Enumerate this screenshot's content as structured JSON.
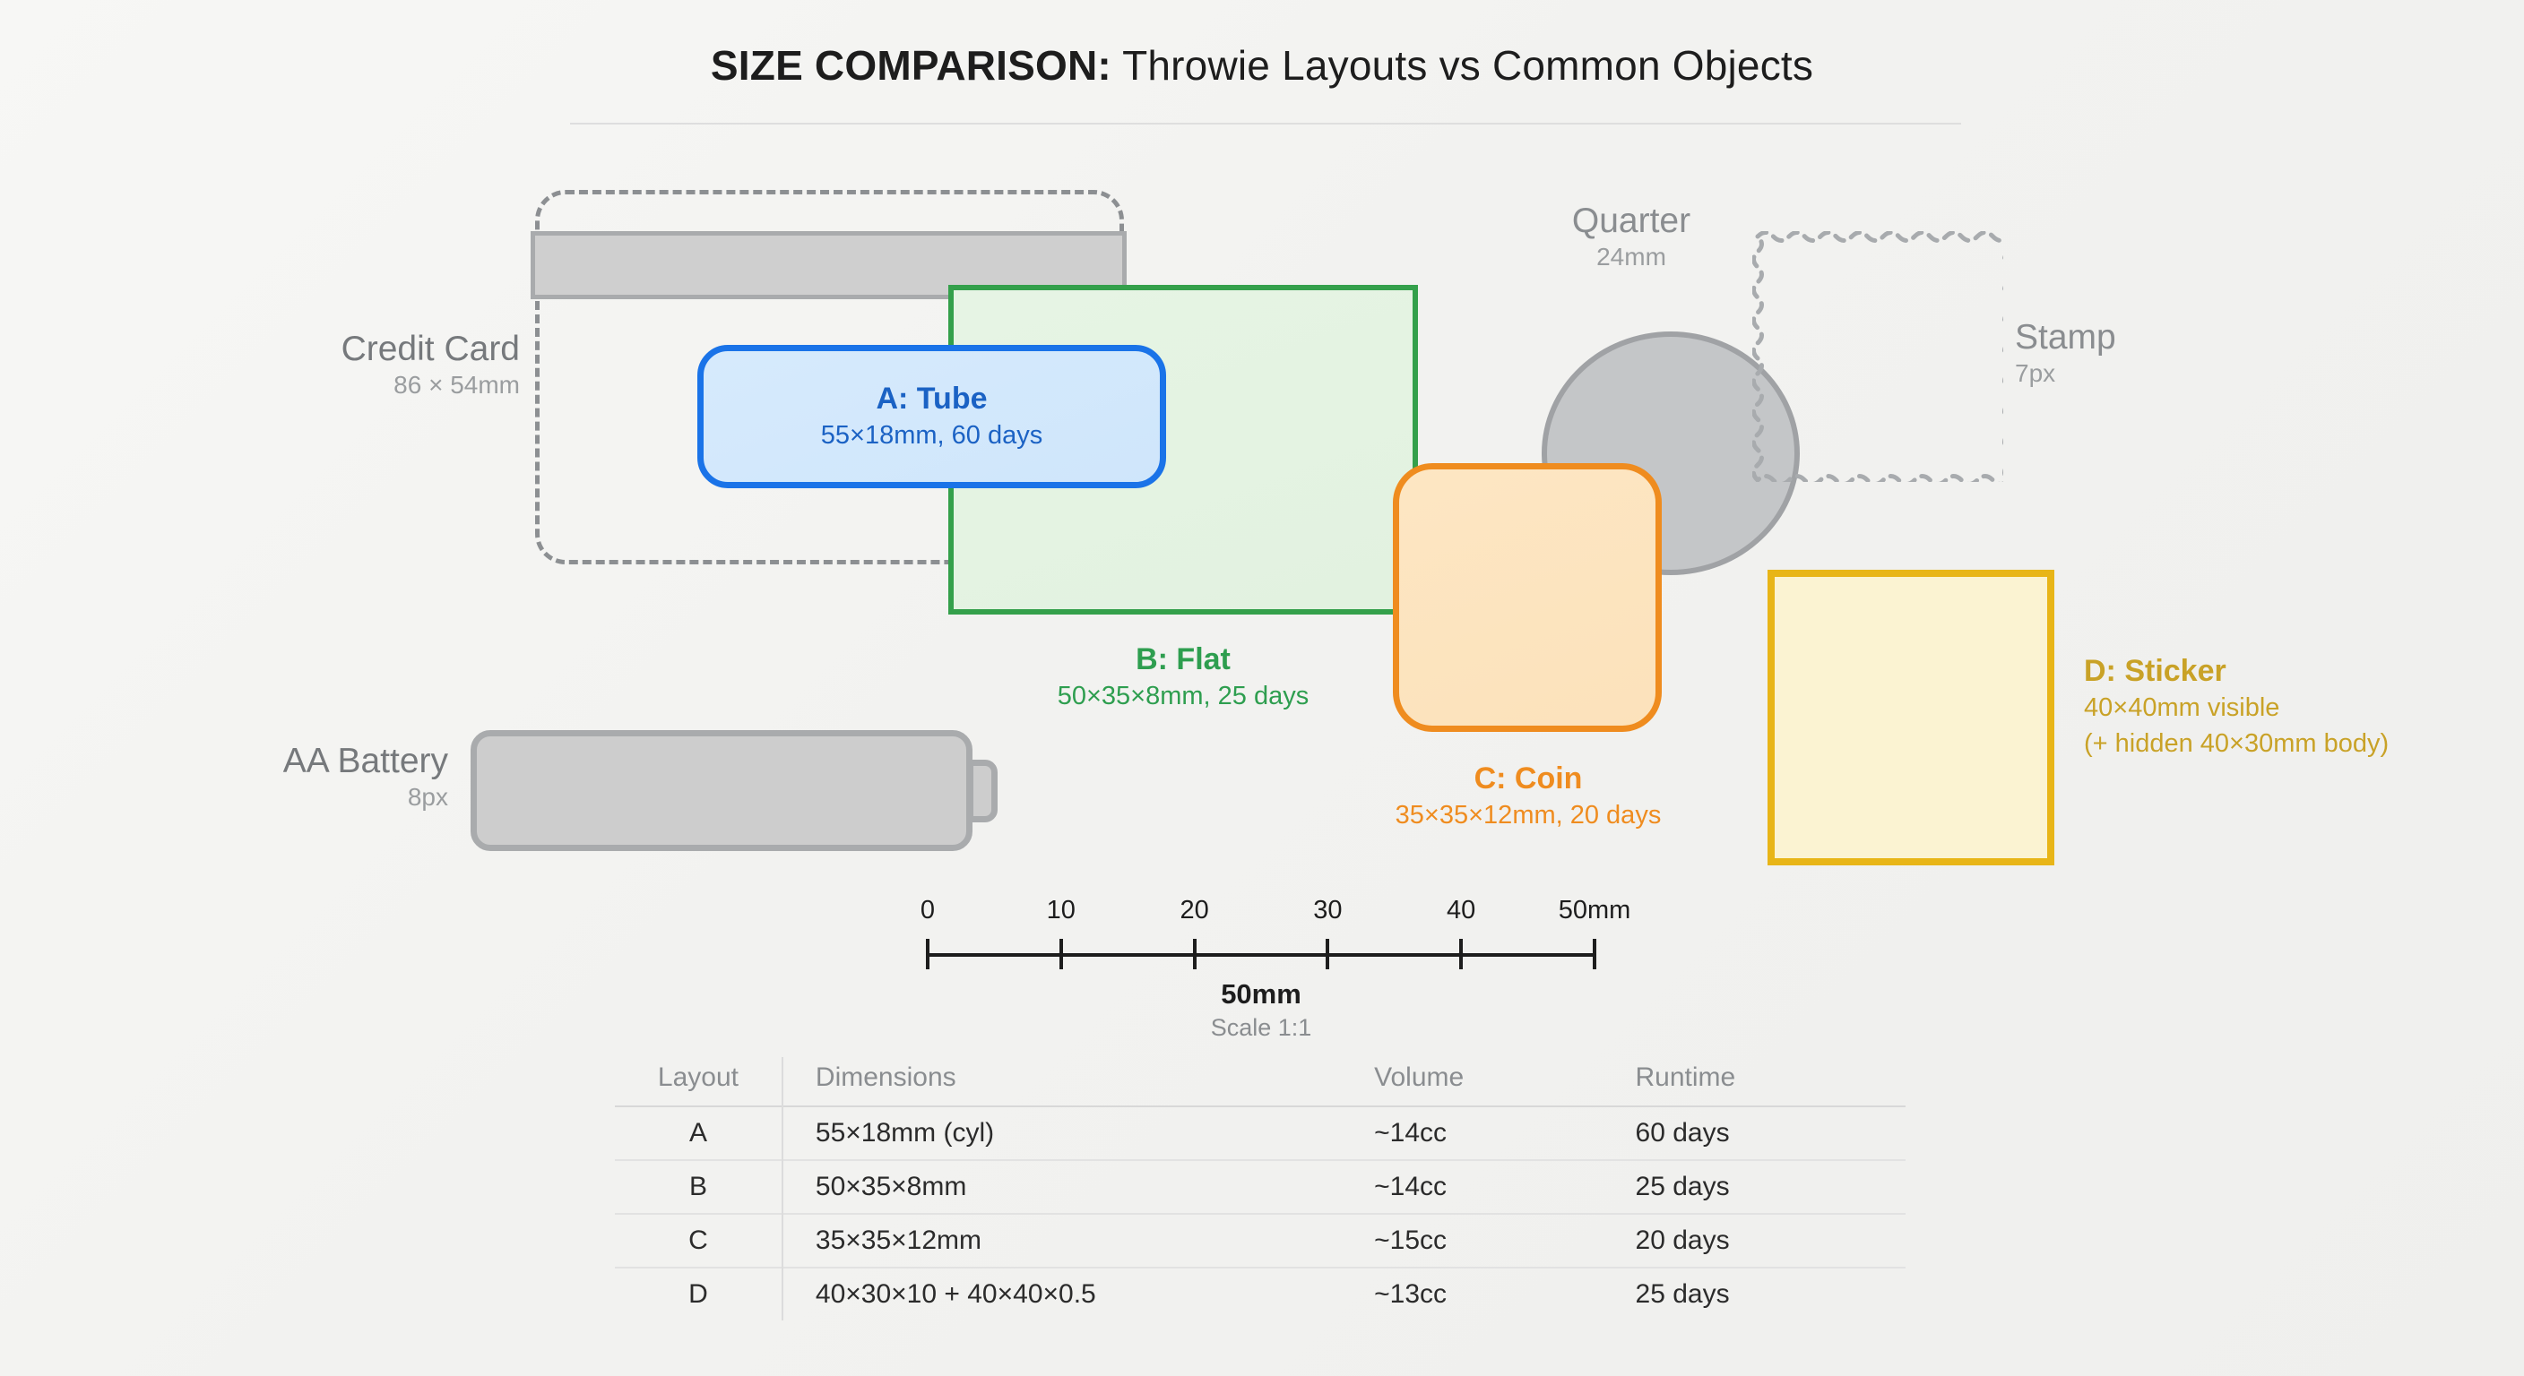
{
  "title": {
    "strong": "SIZE COMPARISON:",
    "rest": " Throwie Layouts vs Common Objects"
  },
  "reference_objects": [
    {
      "name": "Credit Card",
      "sub": "86 × 54mm",
      "shape": "rounded-dashed-rect"
    },
    {
      "name": "AA Battery",
      "sub": "8px",
      "shape": "rounded-rect-with-terminal"
    },
    {
      "name": "Quarter",
      "sub": "24mm",
      "shape": "circle"
    },
    {
      "name": "Stamp",
      "sub": "7px",
      "shape": "scalloped-dashed-rect"
    }
  ],
  "layouts": [
    {
      "id": "A",
      "title": "A: Tube",
      "sub": "55×18mm, 60 days",
      "color": "#1a73e8",
      "label_inside": true
    },
    {
      "id": "B",
      "title": "B: Flat",
      "sub": "50×35×8mm, 25 days",
      "color": "#2e9e4f",
      "label_inside": false
    },
    {
      "id": "C",
      "title": "C: Coin",
      "sub": "35×35×12mm, 20 days",
      "color": "#ef8c1f",
      "label_inside": false
    },
    {
      "id": "D",
      "title": "D: Sticker",
      "sub": "40×40mm visible",
      "sub2": "(+ hidden 40×30mm body)",
      "color": "#c9a227",
      "label_inside": false
    }
  ],
  "ruler": {
    "ticks": [
      "0",
      "10",
      "20",
      "30",
      "40",
      "50mm"
    ],
    "span_label": "50mm",
    "scale_label": "Scale 1:1"
  },
  "table": {
    "headers": [
      "Layout",
      "Dimensions",
      "Volume",
      "Runtime"
    ],
    "rows": [
      {
        "layout": "A",
        "dimensions": "55×18mm (cyl)",
        "volume": "~14cc",
        "runtime": "60 days"
      },
      {
        "layout": "B",
        "dimensions": "50×35×8mm",
        "volume": "~14cc",
        "runtime": "25 days"
      },
      {
        "layout": "C",
        "dimensions": "35×35×12mm",
        "volume": "~15cc",
        "runtime": "20 days"
      },
      {
        "layout": "D",
        "dimensions": "40×30×10 + 40×40×0.5",
        "volume": "~13cc",
        "runtime": "25 days"
      }
    ]
  },
  "colors": {
    "tube_blue": "#1a73e8",
    "flat_green": "#2e9e4f",
    "coin_orange": "#ef8c1f",
    "sticker_gold": "#c9a227",
    "reference_gray": "#8a8d90",
    "background": "#f4f4f2"
  }
}
